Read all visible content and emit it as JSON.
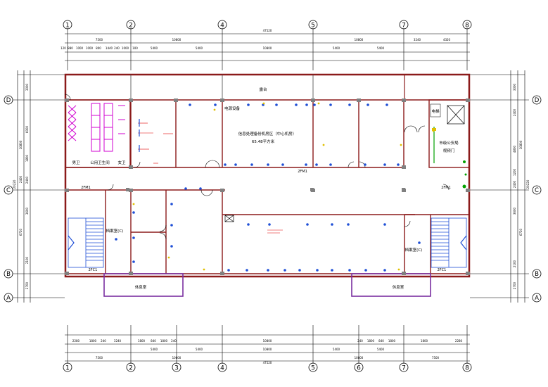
{
  "colors": {
    "wall": "#8b1a1a",
    "dim": "#000000",
    "blue": "#1f4fd6",
    "magenta": "#d000d0",
    "green": "#00a000",
    "yellow": "#e0c000",
    "red": "#e00000",
    "purple": "#7a2fa0",
    "grey": "#808080"
  },
  "axes": {
    "top": [
      "1",
      "2",
      "4",
      "5",
      "7",
      "8"
    ],
    "bottom": [
      "1",
      "2",
      "3",
      "4",
      "5",
      "6",
      "7",
      "8"
    ],
    "left": [
      "D",
      "C",
      "B",
      "A"
    ],
    "right": [
      "D",
      "C",
      "B",
      "A"
    ]
  },
  "dimensions": {
    "top_total": "47520",
    "top_row1": [
      "7500",
      "10800",
      "10800",
      "3240",
      "4320"
    ],
    "top_row2": [
      "5400",
      "5400",
      "10800",
      "5400",
      "5400"
    ],
    "top_fine": [
      "120",
      "880",
      "1000",
      "1000",
      "800",
      "1440",
      "240",
      "1000",
      "100"
    ],
    "bottom_total": "47520",
    "bottom_row1": [
      "2280",
      "1800",
      "240",
      "3240",
      "1800",
      "840",
      "1800",
      "240",
      "10800",
      "240",
      "1800",
      "840",
      "1800",
      "1800",
      "2280"
    ],
    "bottom_row2": [
      "5400",
      "5400",
      "10800",
      "5400",
      "5400"
    ],
    "bottom_row3": [
      "7500",
      "10800",
      "10800",
      "7500"
    ],
    "left_overall": "20220",
    "left_segments": [
      "10800",
      "2400",
      "6720"
    ],
    "left_fine": [
      "3000",
      "6000",
      "1800",
      "2400",
      "3600",
      "2100",
      "2700"
    ],
    "right_overall": "20220",
    "right_segments": [
      "10800",
      "6720"
    ],
    "right_fine": [
      "3000",
      "2400",
      "4800",
      "1200",
      "2400",
      "3600",
      "2100",
      "2700"
    ]
  },
  "rooms": {
    "corridor_top": "露台",
    "server_room_line1": "信息处理备份机房区（中心机房）",
    "server_room_line2": "65.48平方米",
    "power_room": "电源设备",
    "toilet_m": "男卫",
    "toilet_f": "女卫",
    "public_toilet": "公用卫生间",
    "archive_left": "档案室(C)",
    "archive_right": "档案室(C)",
    "rest_left": "休息室",
    "rest_right": "休息室",
    "control_room_line1": "市级公安局",
    "control_room_line2": "视频门",
    "lift": "电梯",
    "door_left": "2FM1",
    "door_center": "2FM1",
    "door_right": "2FM1",
    "stair_left": "2FC1",
    "stair_right": "2FC1"
  }
}
